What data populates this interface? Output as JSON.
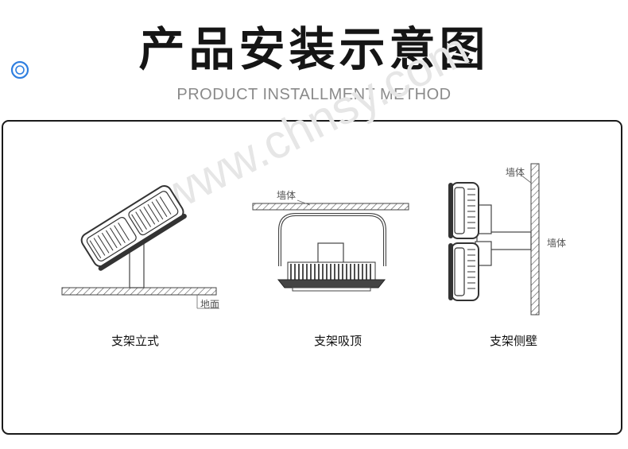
{
  "header": {
    "title": "产品安装示意图",
    "subtitle": "PRODUCT INSTALLMENT METHOD"
  },
  "watermark": "www.chnsy.com",
  "diagrams": [
    {
      "caption": "支架立式",
      "labels": [
        "地面"
      ]
    },
    {
      "caption": "支架吸顶",
      "labels": [
        "墙体"
      ]
    },
    {
      "caption": "支架侧壁",
      "labels": [
        "墙体",
        "墙体"
      ]
    }
  ],
  "colors": {
    "title": "#151515",
    "subtitle": "#8a8a8a",
    "accent": "#2f7fe0",
    "frame": "#1a1a1a"
  },
  "icons": [
    "ring-icon"
  ]
}
